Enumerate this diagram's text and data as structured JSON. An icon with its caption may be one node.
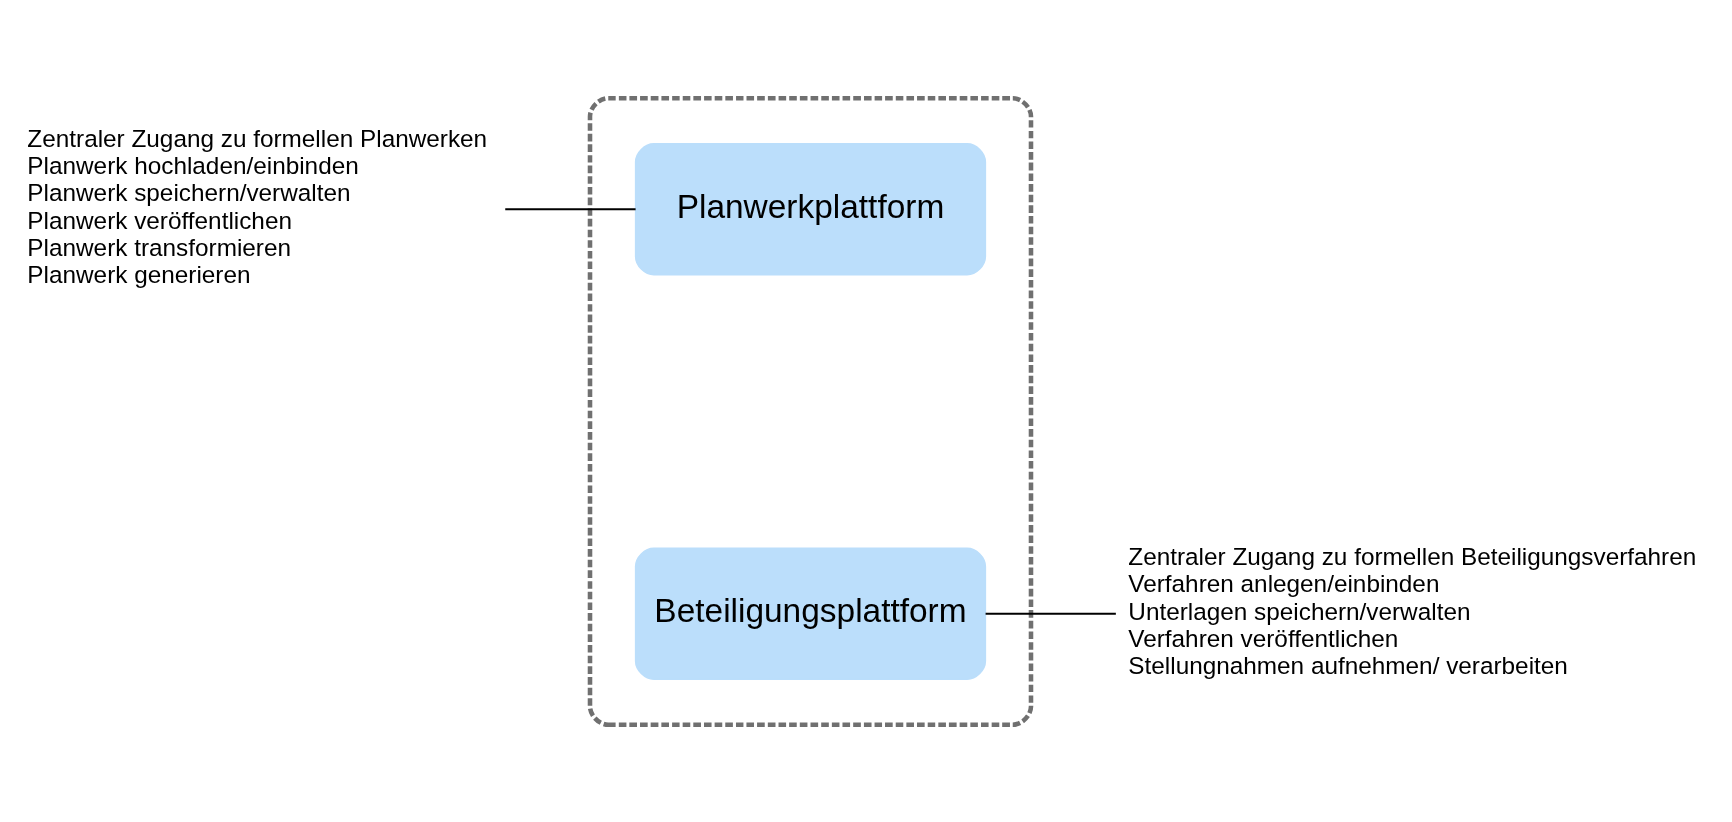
{
  "diagram": {
    "nodes": [
      {
        "text": [],
        "shape": "box"
      },
      {
        "text": [
          "Zentraler Zugang zu formellen Planwerken",
          "Planwerk hochladen/einbinden",
          "Planwerk speichern/verwalten",
          "Planwerk veröffentlichen",
          "Planwerk transformieren",
          "Planwerk generieren"
        ]
      },
      {
        "text": [
          "Planwerkplattform"
        ],
        "in": 0
      },
      {
        "text": [
          "Beteiligungsplattform"
        ],
        "in": 0
      },
      {
        "text": [
          "Zentraler Zugang zu formellen Beteiligungsverfahren",
          "Verfahren anlegen/einbinden",
          "Unterlagen speichern/verwalten",
          "Verfahren veröffentlichen",
          "Stellungnahmen aufnehmen/ verarbeiten"
        ]
      }
    ],
    "edges": [
      {
        "from": 1,
        "to": 2,
        "arrow": "none"
      },
      {
        "from": 3,
        "to": 4,
        "arrow": "none"
      }
    ]
  }
}
